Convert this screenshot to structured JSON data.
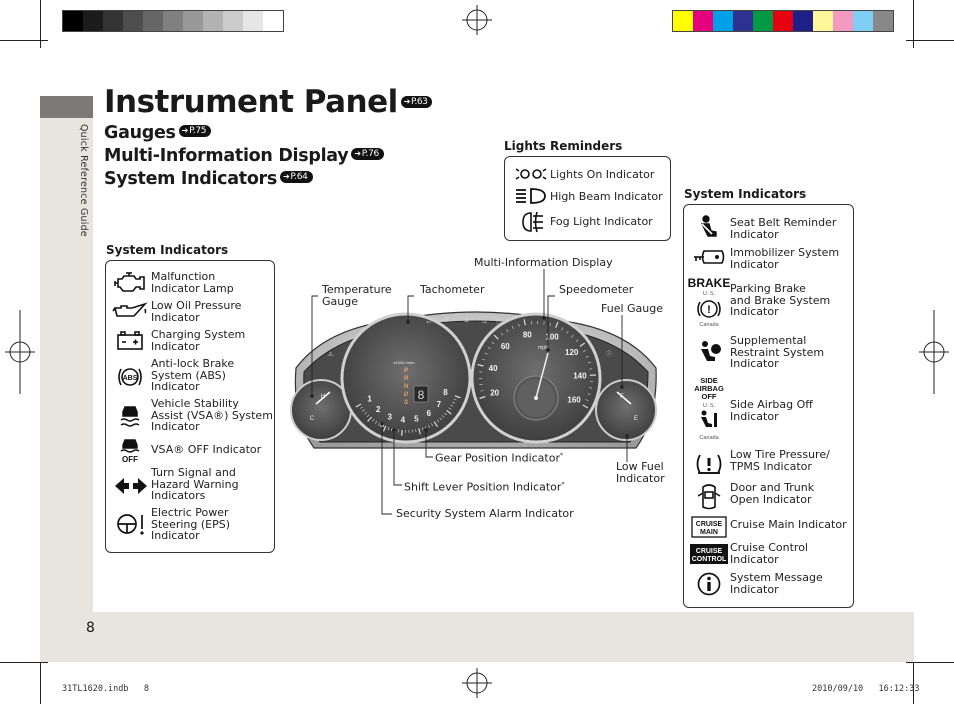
{
  "print_bars": {
    "gray": [
      "#000000",
      "#1c1c1c",
      "#333333",
      "#4d4d4d",
      "#666666",
      "#808080",
      "#999999",
      "#b3b3b3",
      "#cccccc",
      "#e6e6e6",
      "#ffffff"
    ],
    "color": [
      "#ffff00",
      "#e6007e",
      "#00a0e9",
      "#2e3192",
      "#009944",
      "#e60012",
      "#1d2088",
      "#fff799",
      "#f49ac1",
      "#7fcef4",
      "#888888"
    ]
  },
  "page": {
    "side_label": "Quick Reference Guide",
    "page_number": "8",
    "title": "Instrument Panel",
    "title_ref": "P.63",
    "subtitles": [
      {
        "label": "Gauges",
        "ref": "P.75"
      },
      {
        "label": "Multi-Information Display",
        "ref": "P.76"
      },
      {
        "label": "System Indicators",
        "ref": "P.64"
      }
    ]
  },
  "lights_reminders": {
    "title": "Lights Reminders",
    "items": [
      {
        "label": "Lights On Indicator",
        "icon": "lights-on-icon"
      },
      {
        "label": "High Beam Indicator",
        "icon": "high-beam-icon"
      },
      {
        "label": "Fog Light Indicator",
        "icon": "fog-light-icon"
      }
    ]
  },
  "left_indicators": {
    "title": "System Indicators",
    "items": [
      {
        "label": "Malfunction\nIndicator Lamp",
        "icon": "engine-icon"
      },
      {
        "label": "Low Oil Pressure\nIndicator",
        "icon": "oil-can-icon"
      },
      {
        "label": "Charging System\nIndicator",
        "icon": "battery-icon"
      },
      {
        "label": "Anti-lock Brake\nSystem (ABS)\nIndicator",
        "icon": "abs-icon"
      },
      {
        "label": "Vehicle Stability\nAssist (VSA®) System\nIndicator",
        "icon": "vsa-icon"
      },
      {
        "label": "VSA® OFF Indicator",
        "icon": "vsa-off-icon",
        "icon_text": "OFF"
      },
      {
        "label": "Turn Signal and\nHazard Warning\nIndicators",
        "icon": "turn-signal-icon"
      },
      {
        "label": "Electric Power\nSteering (EPS)\nIndicator",
        "icon": "eps-icon"
      }
    ]
  },
  "right_indicators": {
    "title": "System Indicators",
    "items": [
      {
        "label": "Seat Belt Reminder\nIndicator",
        "icon": "seat-belt-icon"
      },
      {
        "label": "Immobilizer System\nIndicator",
        "icon": "immobilizer-key-icon"
      },
      {
        "label": "Parking Brake\nand Brake System\nIndicator",
        "icon": "brake-icon",
        "icon_text": "BRAKE",
        "sub1": "U. S.",
        "sub2": "Canada"
      },
      {
        "label": "Supplemental\nRestraint System\nIndicator",
        "icon": "srs-airbag-icon"
      },
      {
        "label": "Side Airbag Off\nIndicator",
        "icon": "side-airbag-off-icon",
        "icon_text": "SIDE\nAIRBAG\nOFF",
        "sub1": "U. S.",
        "sub2": "Canada"
      },
      {
        "label": "Low Tire Pressure/\nTPMS Indicator",
        "icon": "tpms-icon"
      },
      {
        "label": "Door and Trunk\nOpen Indicator",
        "icon": "door-open-icon"
      },
      {
        "label": "Cruise Main Indicator",
        "icon": "cruise-main-icon",
        "icon_text": "CRUISE\nMAIN"
      },
      {
        "label": "Cruise Control\nIndicator",
        "icon": "cruise-control-icon",
        "icon_text": "CRUISE\nCONTROL"
      },
      {
        "label": "System Message\nIndicator",
        "icon": "info-icon"
      }
    ]
  },
  "callouts": {
    "temperature": "Temperature\nGauge",
    "tachometer": "Tachometer",
    "mid": "Multi-Information Display",
    "speedometer": "Speedometer",
    "fuel_gauge": "Fuel Gauge",
    "gear_position": "Gear Position Indicator",
    "shift_lever": "Shift Lever Position Indicator",
    "security": "Security System Alarm Indicator",
    "low_fuel": "Low Fuel\nIndicator",
    "asterisk": "*"
  },
  "cluster": {
    "tach_numbers": [
      "1",
      "2",
      "3",
      "4",
      "5",
      "6",
      "7",
      "8"
    ],
    "speed_numbers": [
      "20",
      "40",
      "60",
      "80",
      "100",
      "120",
      "140",
      "160"
    ],
    "speed_unit": "mph",
    "tach_unit": "x1000 r/min",
    "gears": [
      "P",
      "R",
      "N",
      "D",
      "S"
    ],
    "gear_display": "8",
    "temp_marks": [
      "H",
      "C"
    ],
    "fuel_marks": [
      "F",
      "E"
    ]
  },
  "footer": {
    "file": "31TL1620.indb",
    "page": "8",
    "date": "2010/09/10",
    "time": "16:12:33"
  }
}
